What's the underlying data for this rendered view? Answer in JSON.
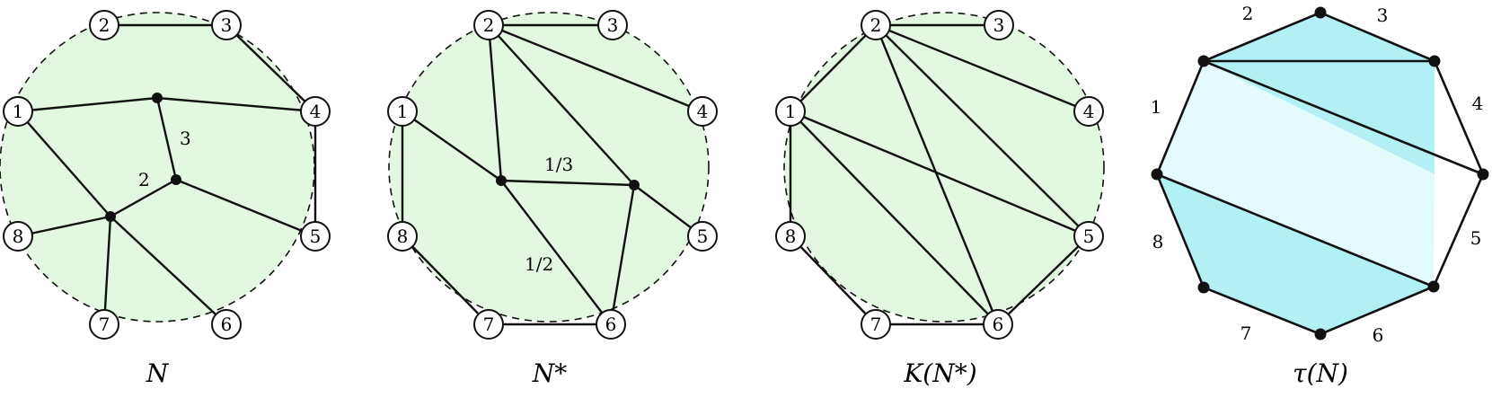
{
  "colors": {
    "disk_fill": "#e3f8e1",
    "region_fill": "#b3f0f5",
    "region_fill_light": "#e3fbfc",
    "stroke": "#111111",
    "background": "#ffffff"
  },
  "panels": [
    {
      "id": "N",
      "caption": "N",
      "boundary_nodes": [
        "1",
        "2",
        "3",
        "4",
        "5",
        "6",
        "7",
        "8"
      ],
      "interior_nodes": [
        "a",
        "b",
        "c"
      ],
      "edge_labels": [
        "3",
        "2"
      ],
      "edges": [
        [
          "2",
          "3"
        ],
        [
          "3",
          "4"
        ],
        [
          "4",
          "5"
        ],
        [
          "1",
          "a"
        ],
        [
          "a",
          "4"
        ],
        [
          "a",
          "b"
        ],
        [
          "b",
          "5"
        ],
        [
          "b",
          "c"
        ],
        [
          "1",
          "c"
        ],
        [
          "8",
          "c"
        ],
        [
          "7",
          "c"
        ],
        [
          "c",
          "6"
        ]
      ]
    },
    {
      "id": "N_star",
      "caption": "N*",
      "boundary_nodes": [
        "1",
        "2",
        "3",
        "4",
        "5",
        "6",
        "7",
        "8"
      ],
      "interior_nodes": [
        "p",
        "q"
      ],
      "edge_labels": [
        "1/3",
        "1/2"
      ],
      "edges": [
        [
          "2",
          "3"
        ],
        [
          "2",
          "4"
        ],
        [
          "2",
          "p"
        ],
        [
          "2",
          "q"
        ],
        [
          "1",
          "p"
        ],
        [
          "1",
          "8"
        ],
        [
          "8",
          "7"
        ],
        [
          "7",
          "6"
        ],
        [
          "p",
          "q"
        ],
        [
          "q",
          "5"
        ],
        [
          "q",
          "6"
        ],
        [
          "p",
          "6"
        ]
      ]
    },
    {
      "id": "K_N_star",
      "caption": "K(N*)",
      "boundary_nodes": [
        "1",
        "2",
        "3",
        "4",
        "5",
        "6",
        "7",
        "8"
      ],
      "interior_nodes": [],
      "edge_labels": [],
      "edges": [
        [
          "2",
          "3"
        ],
        [
          "2",
          "4"
        ],
        [
          "2",
          "1"
        ],
        [
          "2",
          "5"
        ],
        [
          "2",
          "6"
        ],
        [
          "1",
          "5"
        ],
        [
          "1",
          "6"
        ],
        [
          "1",
          "8"
        ],
        [
          "8",
          "7"
        ],
        [
          "7",
          "6"
        ],
        [
          "6",
          "5"
        ]
      ]
    },
    {
      "id": "tau_N",
      "caption": "τ(N)",
      "side_labels": [
        "1",
        "2",
        "3",
        "4",
        "5",
        "6",
        "7",
        "8"
      ]
    }
  ]
}
